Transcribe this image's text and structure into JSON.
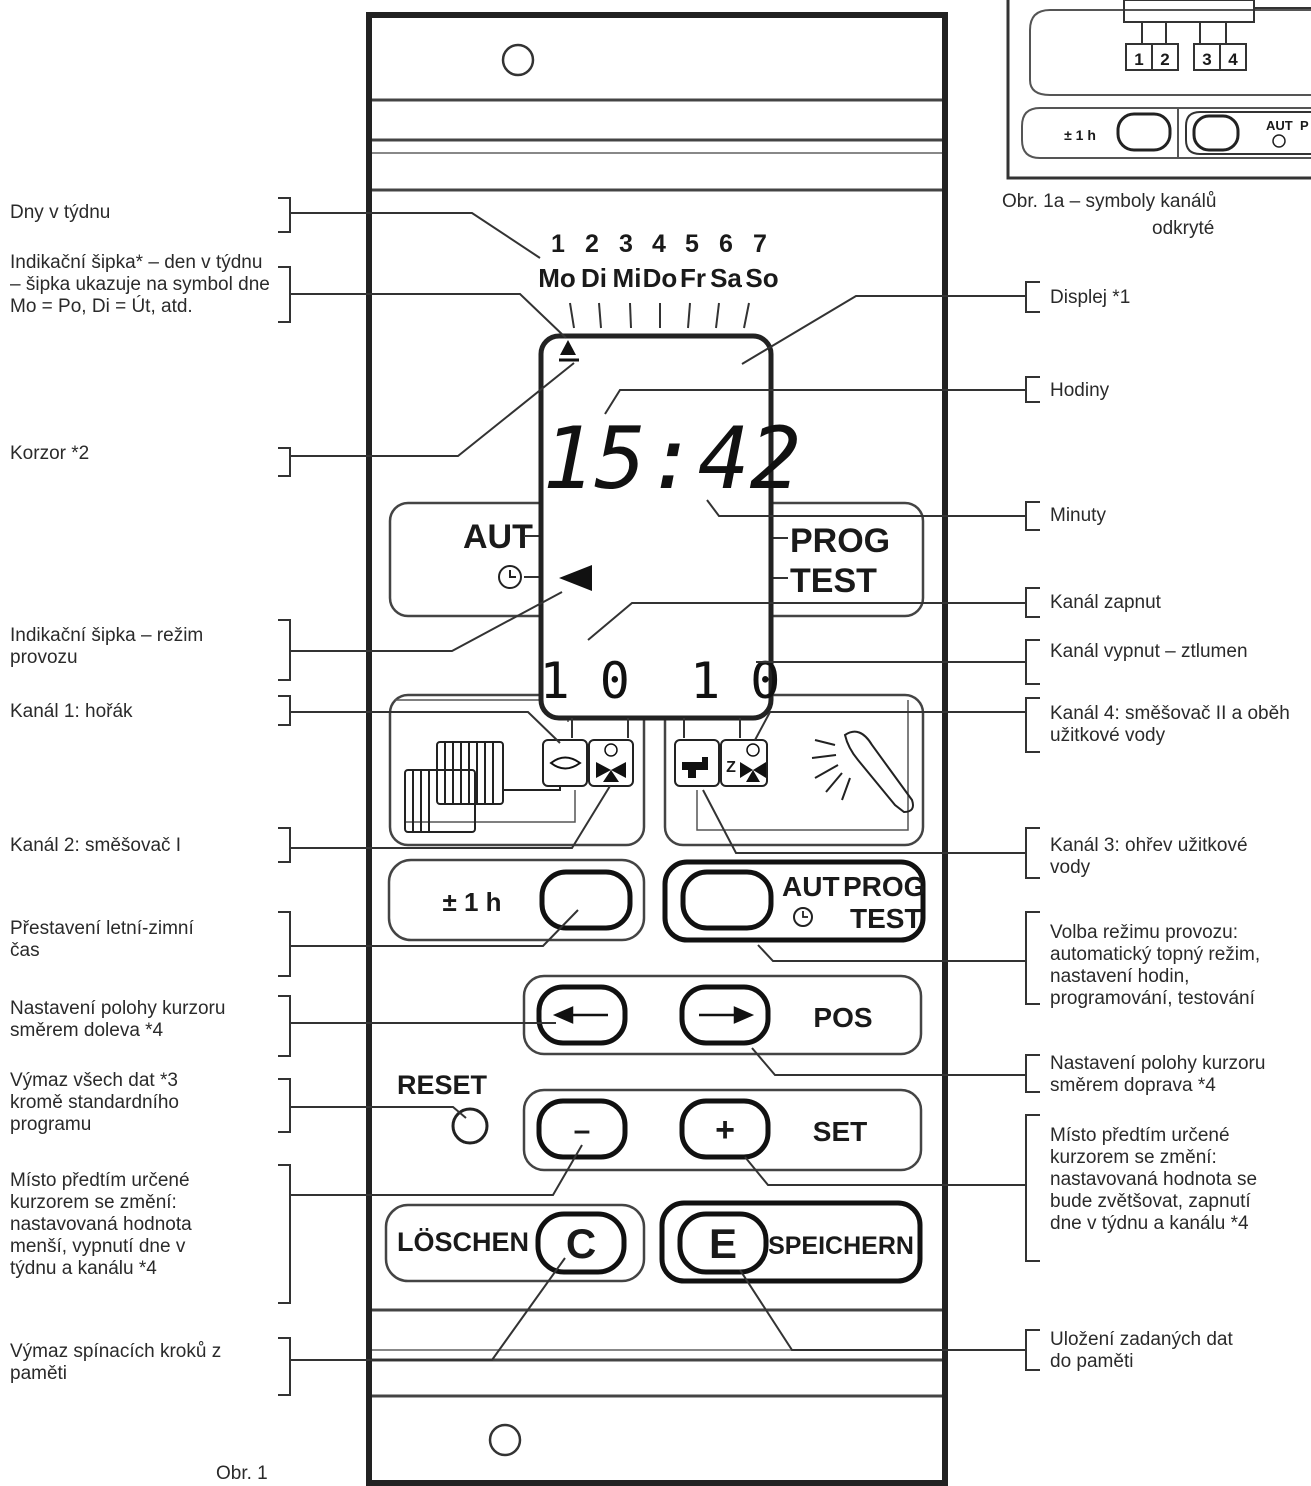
{
  "device": {
    "days_numbers": [
      "1",
      "2",
      "3",
      "4",
      "5",
      "6",
      "7"
    ],
    "days_names": [
      "Mo",
      "Di",
      "Mi",
      "Do",
      "Fr",
      "Sa",
      "So"
    ],
    "display_time": "15:42",
    "mode_left_1": "AUT",
    "mode_right_1": "PROG",
    "mode_right_2": "TEST",
    "channel_digits": "1 0  1 0",
    "btn_1h": "± 1 h",
    "btn_aut": "AUT",
    "btn_prog": "PROG",
    "btn_test": "TEST",
    "btn_pos": "POS",
    "reset": "RESET",
    "btn_set": "SET",
    "btn_loschen": "LÖSCHEN",
    "btn_c": "C",
    "btn_e": "E",
    "btn_speichern": "SPEICHERN",
    "minus": "–",
    "plus": "+",
    "z_letter": "Z"
  },
  "inset": {
    "digits": [
      "1",
      "2",
      "3",
      "4"
    ],
    "btn_1h": "± 1 h",
    "btn_aut": "AUT",
    "btn_prog": "P",
    "caption_1": "Obr. 1a  –  symboly kanálů",
    "caption_2": "odkryté"
  },
  "figure_caption": "Obr. 1",
  "labels_left": {
    "dny": "Dny v týdnu",
    "sipka_den": "Indikační šipka* – den v týdnu – šipka ukazuje na symbol dne Mo = Po, Di = Út, atd.",
    "korzor": "Korzor *2",
    "sipka_rezim": "Indikační šipka – režim provozu",
    "kanal1": "Kanál 1: hořák",
    "kanal2": "Kanál 2: směšovač I",
    "prestaveni": "Přestavení letní-zimní čas",
    "doleva": "Nastavení polohy kurzoru směrem doleva *4",
    "vymaz": "Výmaz všech dat *3 kromě standardního programu",
    "misto_minus": "Místo předtím určené kurzorem se změní: nastavovaná hodnota menší, vypnutí dne v týdnu a kanálu *4",
    "vymaz_kroku": "Výmaz spínacích kroků z paměti"
  },
  "labels_right": {
    "displej": "Displej *1",
    "hodiny": "Hodiny",
    "minuty": "Minuty",
    "zapnut": "Kanál zapnut",
    "vypnut": "Kanál vypnut – ztlumen",
    "kanal4": "Kanál 4: směšovač II a oběh užitkové vody",
    "kanal3": "Kanál 3: ohřev užitkové vody",
    "volba": "Volba režimu provozu: automatický topný režim, nastavení hodin, programování, testování",
    "doprava": "Nastavení polohy kurzoru směrem doprava *4",
    "misto_plus": "Místo předtím určené kurzorem se změní: nastavovaná hodnota se bude zvětšovat, zapnutí dne v týdnu a kanálu *4",
    "ulozeni": "Uložení zadaných dat do paměti"
  }
}
